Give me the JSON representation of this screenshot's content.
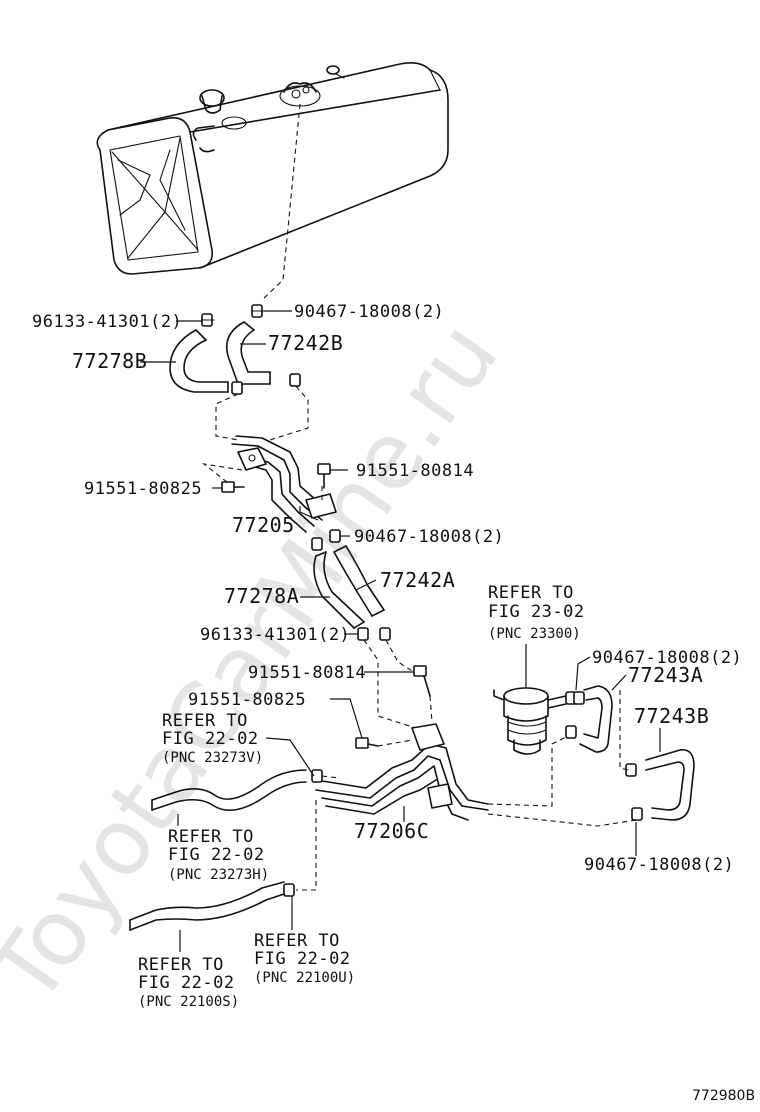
{
  "watermark": "ToyotaCarMine.ru",
  "figure_id": "772980B",
  "labels": {
    "p96133_top": "96133-41301(2)",
    "p90467_top": "90467-18008(2)",
    "p77278B": "77278B",
    "p77242B": "77242B",
    "p91551_80814_a": "91551-80814",
    "p91551_80825_a": "91551-80825",
    "p77205": "77205",
    "p90467_mid": "90467-18008(2)",
    "p77242A": "77242A",
    "p77278A": "77278A",
    "p96133_mid": "96133-41301(2)",
    "p91551_80814_b": "91551-80814",
    "p91551_80825_b": "91551-80825",
    "p90467_right": "90467-18008(2)",
    "p77243A": "77243A",
    "p77243B": "77243B",
    "p77206C": "77206C",
    "p90467_bottom": "90467-18008(2)"
  },
  "refs": {
    "fig23_02": {
      "line1": "REFER TO",
      "line2": "FIG 23-02",
      "line3": "(PNC 23300)"
    },
    "fig22_02_v": {
      "line1": "REFER TO",
      "line2": "FIG 22-02",
      "line3": "(PNC 23273V)"
    },
    "fig22_02_h": {
      "line1": "REFER TO",
      "line2": "FIG 22-02",
      "line3": "(PNC 23273H)"
    },
    "fig22_02_u": {
      "line1": "REFER TO",
      "line2": "FIG 22-02",
      "line3": "(PNC 22100U)"
    },
    "fig22_02_s": {
      "line1": "REFER TO",
      "line2": "FIG 22-02",
      "line3": "(PNC 22100S)"
    }
  }
}
